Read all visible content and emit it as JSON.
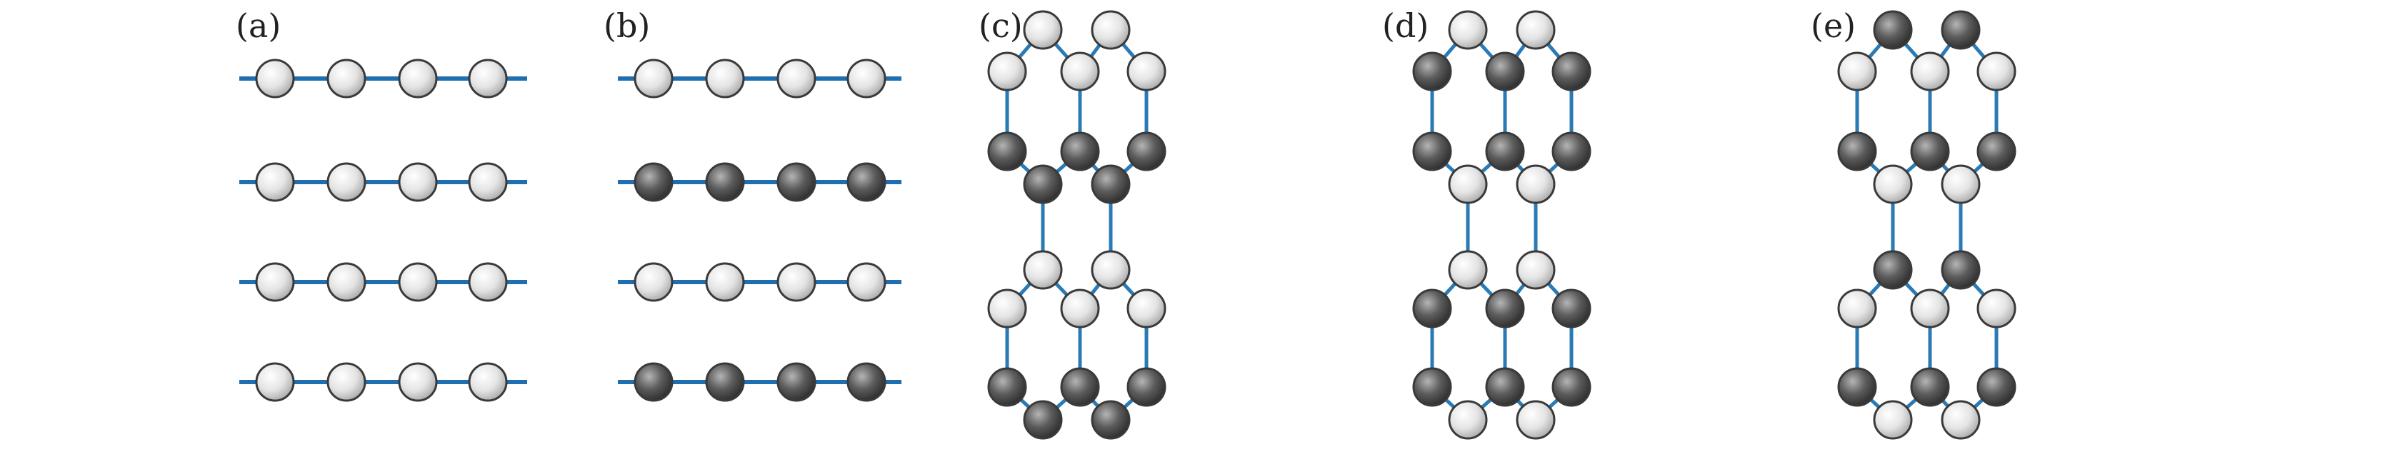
{
  "panels": {
    "a": {
      "label": "(a)"
    },
    "b": {
      "label": "(b)"
    },
    "c": {
      "label": "(c)"
    },
    "d": {
      "label": "(d)"
    },
    "e": {
      "label": "(e)"
    }
  },
  "colors": {
    "bond": "#2a7ab5",
    "atom_light": "#efefef",
    "atom_dark": "#595959",
    "atom_outline": "#3a3a3a"
  },
  "legend_semantics": {
    "atom_light": "light-sphere-atom",
    "atom_dark": "dark-sphere-atom"
  }
}
